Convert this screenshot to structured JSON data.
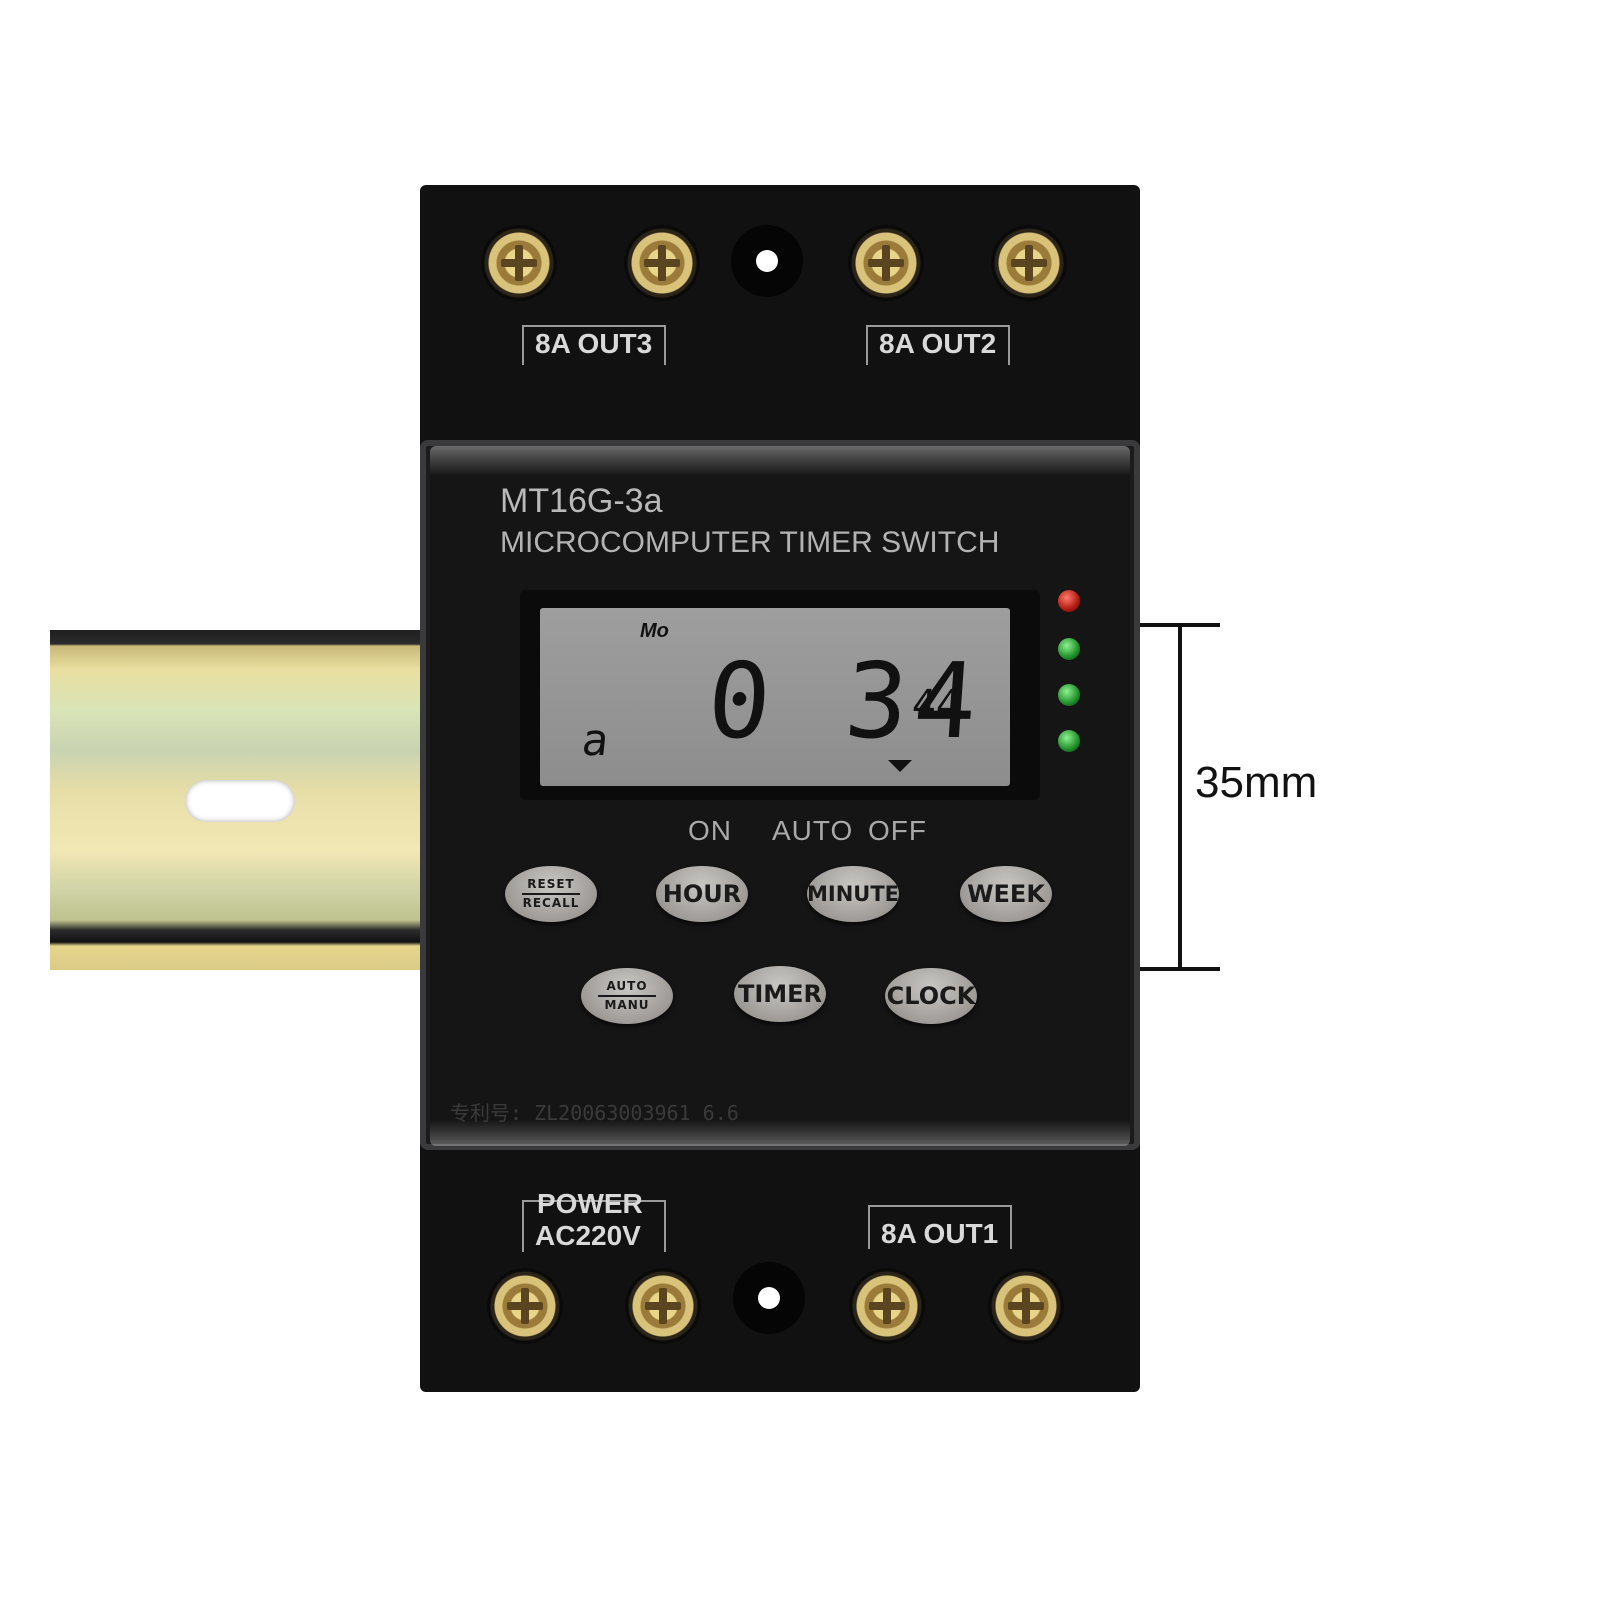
{
  "device": {
    "model": "MT16G-3a",
    "subtitle": "MICROCOMPUTER TIMER SWITCH",
    "patent": "专利号: ZL20063003961 6.6"
  },
  "terminals": {
    "top_left_label": "8A OUT3",
    "top_right_label": "8A OUT2",
    "bottom_left_label_line1": "POWER",
    "bottom_left_label_line2": "AC220V",
    "bottom_right_label": "8A OUT1"
  },
  "lcd": {
    "day": "Mo",
    "time": "0 34",
    "seconds": "44",
    "program": "a"
  },
  "modes": {
    "on": "ON",
    "auto": "AUTO",
    "off": "OFF"
  },
  "buttons": {
    "reset_top": "RESET",
    "reset_bottom": "RECALL",
    "hour": "HOUR",
    "minute": "MINUTE",
    "week": "WEEK",
    "auto_top": "AUTO",
    "auto_bottom": "MANU",
    "timer": "TIMER",
    "clock": "CLOCK"
  },
  "dimension": {
    "label": "35mm"
  },
  "colors": {
    "body": "#111112",
    "lcd": "#9e9e9e",
    "led_red": "#b01a10",
    "led_green": "#1f8f2a"
  },
  "icons": [
    "screw-terminal-icon",
    "mounting-hole-icon",
    "led-indicator-icon",
    "dimension-bracket-icon"
  ]
}
